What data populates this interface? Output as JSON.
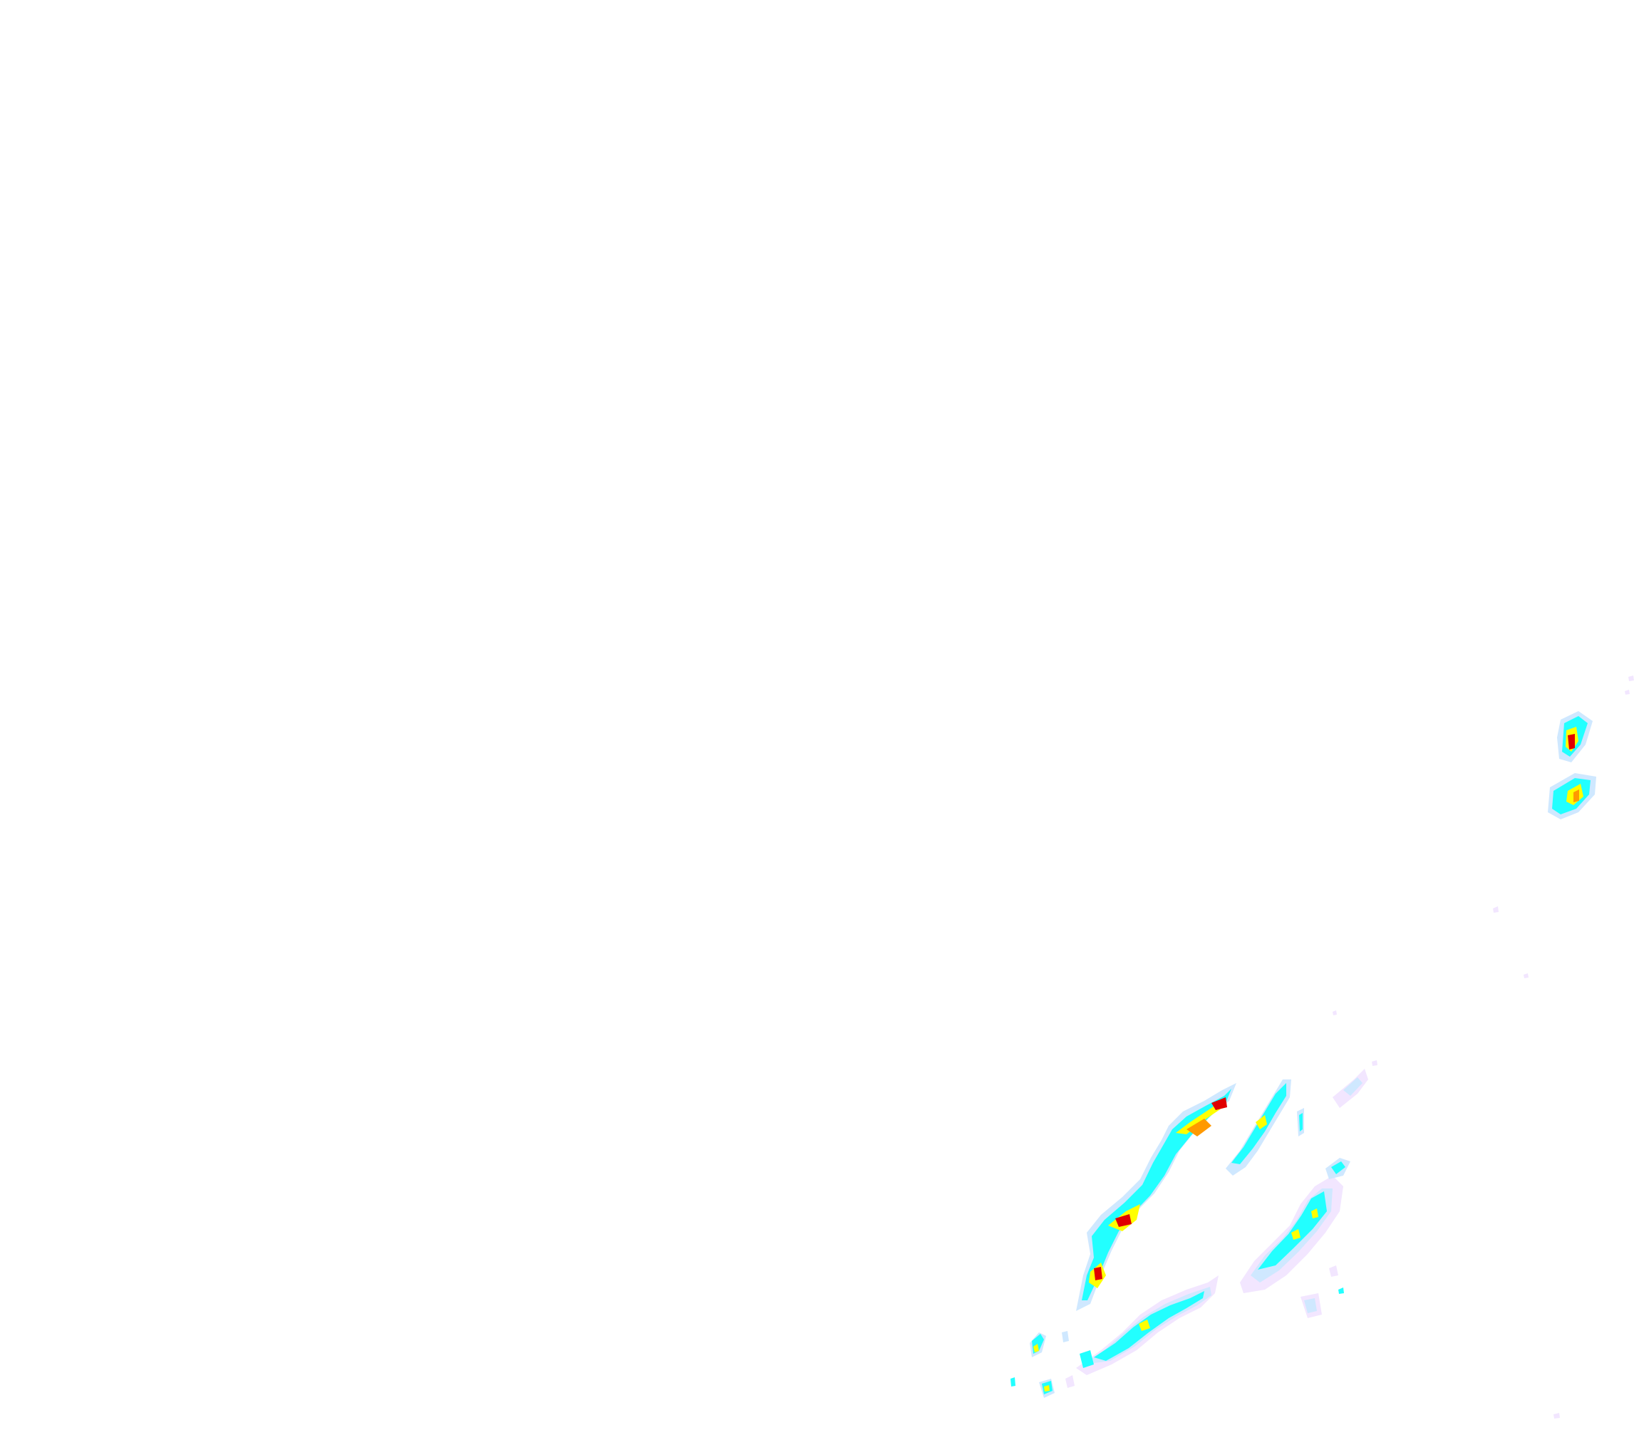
{
  "map": {
    "type": "weather-radar-reflectivity-overlay",
    "background": "#ffffff",
    "palette": {
      "very_light": "#f2e6ff",
      "light": "#cfe8ff",
      "moderate": "#22ffff",
      "strong": "#ffff00",
      "heavy": "#ff9900",
      "extreme": "#e00000"
    },
    "echo_cells": [
      {
        "id": "northeast-cell-upper",
        "peak": "extreme"
      },
      {
        "id": "northeast-cell-lower",
        "peak": "strong"
      },
      {
        "id": "main-band-upper",
        "peak": "extreme"
      },
      {
        "id": "main-band-middle",
        "peak": "extreme"
      },
      {
        "id": "main-band-lower",
        "peak": "extreme"
      },
      {
        "id": "secondary-band",
        "peak": "strong"
      },
      {
        "id": "east-cluster",
        "peak": "strong"
      },
      {
        "id": "southern-band",
        "peak": "strong"
      },
      {
        "id": "southwest-fragments",
        "peak": "strong"
      }
    ]
  }
}
